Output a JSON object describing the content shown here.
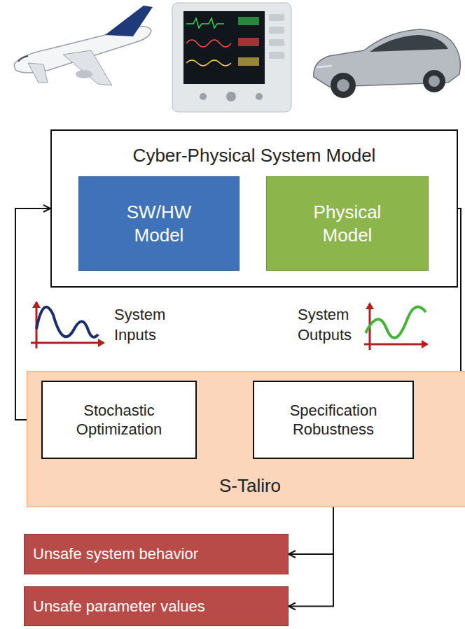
{
  "diagram": {
    "nodes": [
      {
        "text": [
          "Cyber-Physical System Model"
        ]
      },
      {
        "text": [
          "SW/HW Model"
        ],
        "in": 0
      },
      {
        "text": [
          "Physical Model"
        ],
        "in": 0
      },
      {
        "text": [
          "S-Taliro"
        ]
      },
      {
        "text": [
          "Stochastic Optimization"
        ],
        "in": 3
      },
      {
        "text": [
          "Specification Robustness"
        ],
        "in": 3
      },
      {
        "text": [
          "Unsafe system behavior"
        ]
      },
      {
        "text": [
          "Unsafe parameter values"
        ]
      }
    ],
    "edges": [
      {
        "from": 1,
        "to": 2,
        "arrow": "to"
      },
      {
        "from": 2,
        "to": 1,
        "arrow": "to"
      },
      {
        "from": 0,
        "to": 5,
        "arrow": "to"
      },
      {
        "from": 5,
        "to": 4,
        "arrow": "to"
      },
      {
        "from": 4,
        "to": 0,
        "arrow": "to"
      },
      {
        "from": 5,
        "to": 6,
        "arrow": "to"
      },
      {
        "from": 5,
        "to": 7,
        "arrow": "to"
      }
    ],
    "labels": [
      "System Inputs",
      "System Outputs"
    ]
  }
}
